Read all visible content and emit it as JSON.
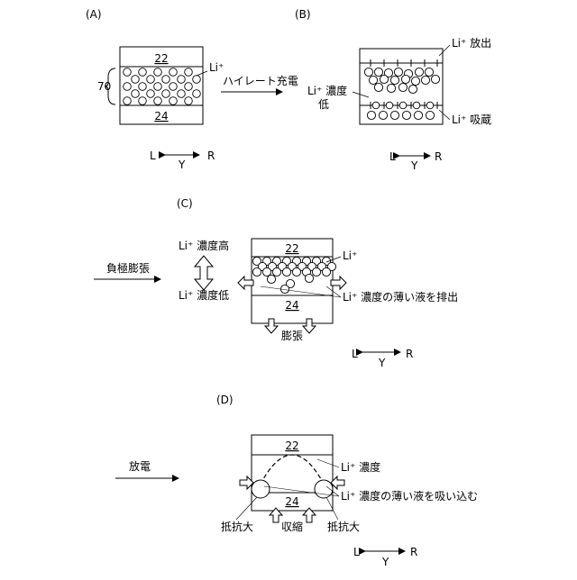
{
  "panels": {
    "A": {
      "tag": "(A)",
      "top_layer": "22",
      "bottom_layer": "24",
      "ref_num": "70",
      "ion_label": "Li⁺",
      "arrow_label": "ハイレート充電",
      "axis": {
        "left": "L",
        "right": "R",
        "y": "Y"
      }
    },
    "B": {
      "tag": "(B)",
      "release_label": "Li⁺ 放出",
      "low_conc_label_1": "Li⁺ 濃度",
      "low_conc_label_2": "低",
      "absorb_label": "Li⁺ 吸蔵",
      "axis": {
        "left": "L",
        "right": "R",
        "y": "Y"
      }
    },
    "C": {
      "tag": "(C)",
      "arrow_label": "負極膨張",
      "high_conc": "Li⁺ 濃度高",
      "low_conc": "Li⁺ 濃度低",
      "top_layer": "22",
      "bottom_layer": "24",
      "ion_label": "Li⁺",
      "discharge_label": "Li⁺ 濃度の薄い液を排出",
      "expand_label": "膨張",
      "axis": {
        "left": "L",
        "right": "R",
        "y": "Y"
      }
    },
    "D": {
      "tag": "(D)",
      "arrow_label": "放電",
      "top_layer": "22",
      "bottom_layer": "24",
      "conc_label": "Li⁺ 濃度",
      "absorb_label": "Li⁺ 濃度の薄い液を吸い込む",
      "resist_left": "抵抗大",
      "shrink_label": "収縮",
      "resist_right": "抵抗大",
      "axis": {
        "left": "L",
        "right": "R",
        "y": "Y"
      }
    }
  }
}
